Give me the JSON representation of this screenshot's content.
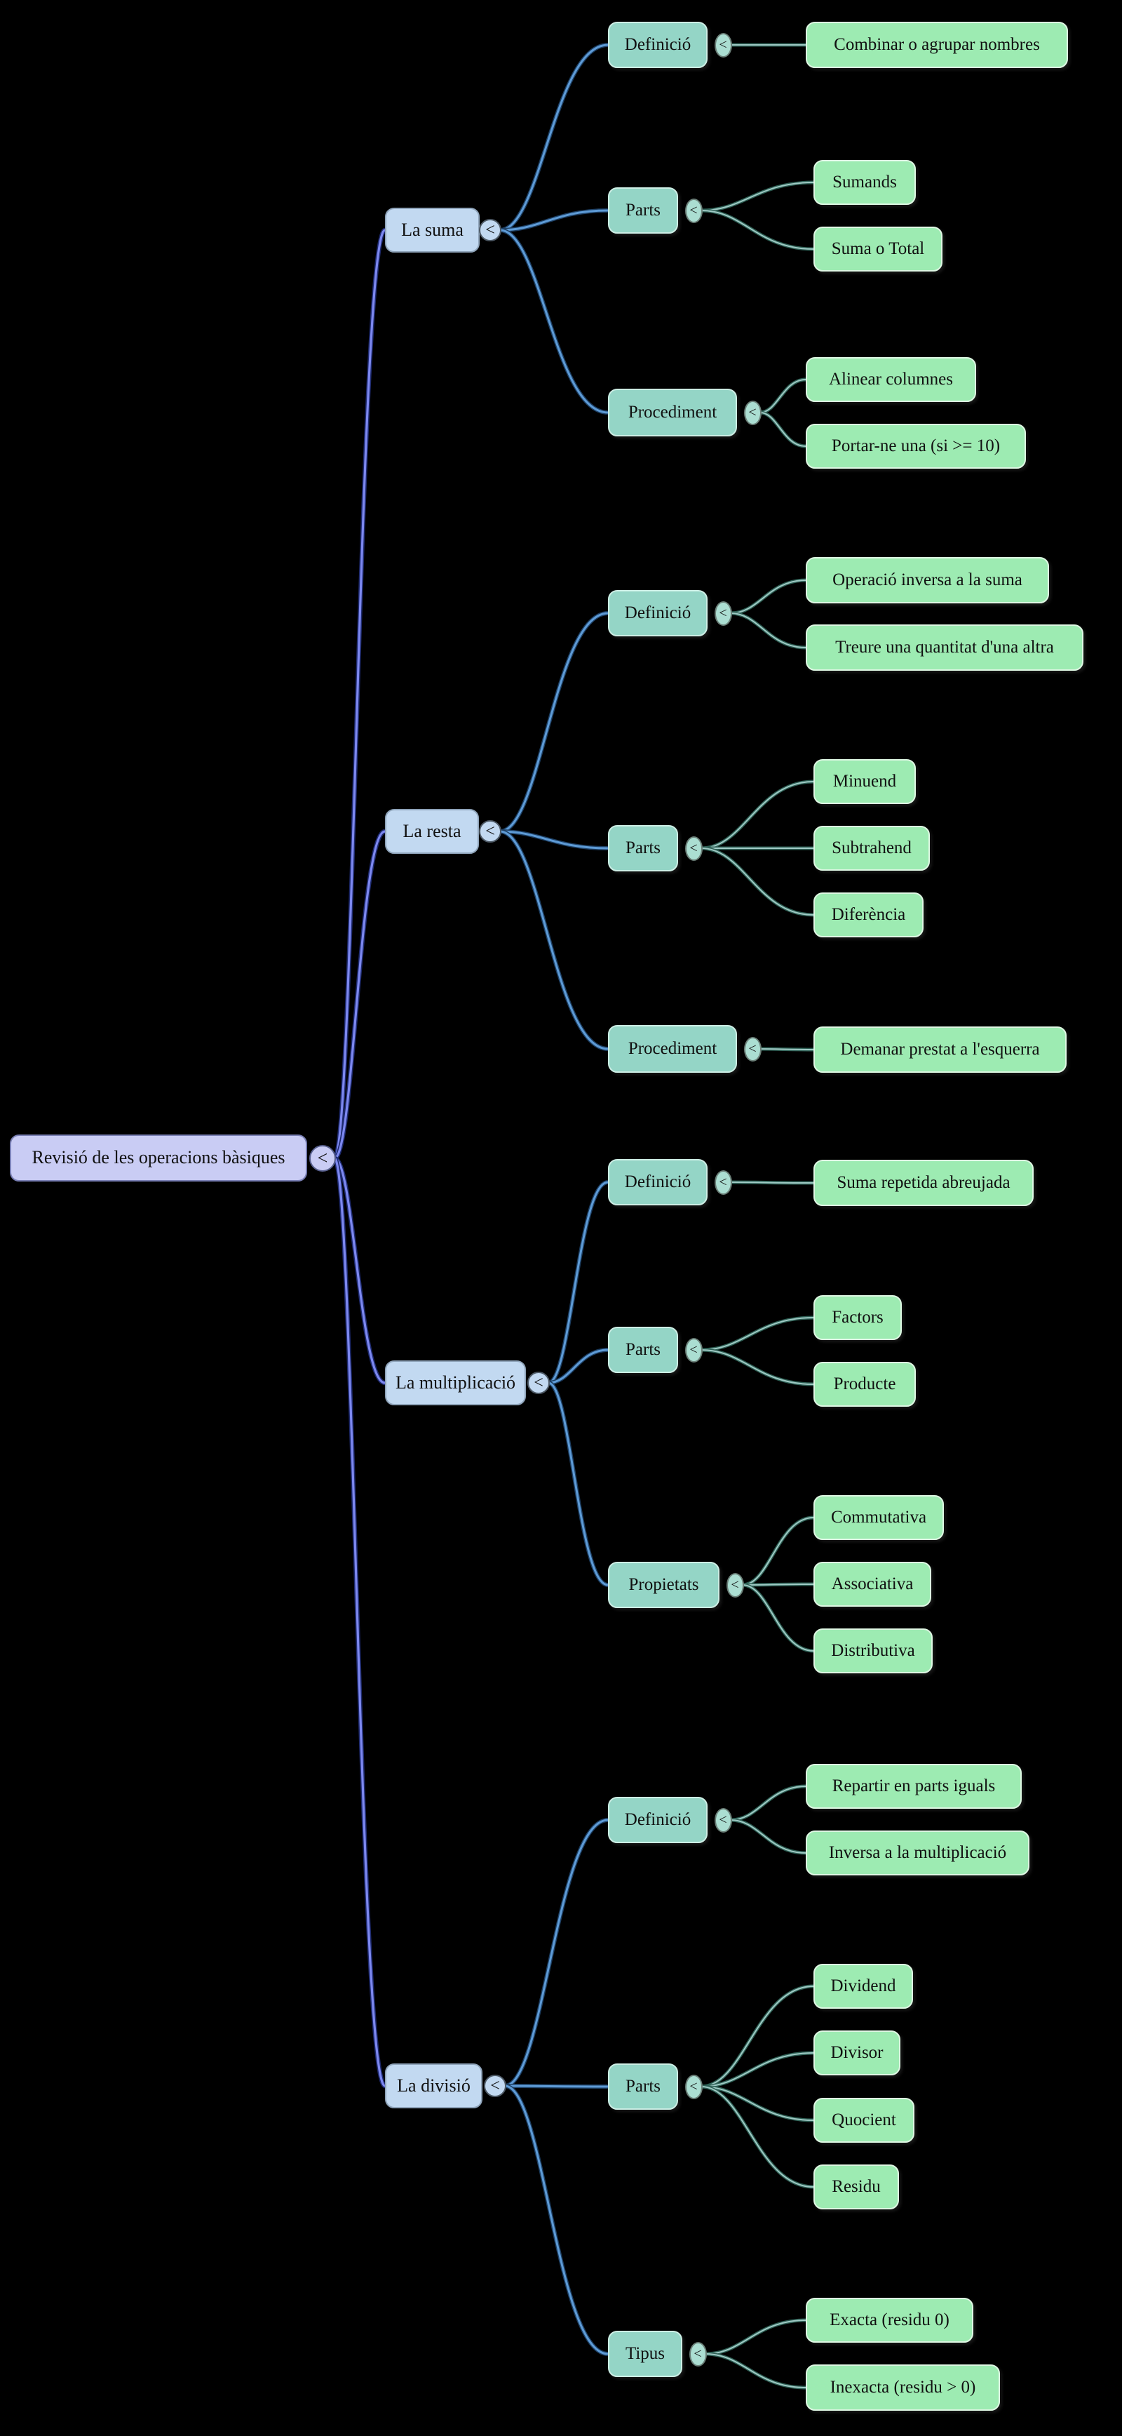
{
  "diagram": {
    "collapse_glyph": "<",
    "colors": {
      "background": "#000000",
      "root_fill": "#c9ccf4",
      "level1_fill": "#c2d9f1",
      "level2_fill": "#94d5c6",
      "leaf_fill": "#9debb2",
      "edge_root_core": "#7d88f0",
      "edge_root_outline": "#1e2a6e",
      "edge_level1_core": "#5e9bd6",
      "edge_level1_outline": "#1d3f63",
      "edge_level2_core": "#9fc9c4",
      "edge_level2_outline": "#2f6156"
    },
    "root": {
      "label": "Revisió de les operacions bàsiques",
      "children": [
        {
          "label": "La suma",
          "children": [
            {
              "label": "Definició",
              "children": [
                {
                  "label": "Combinar o agrupar nombres"
                }
              ]
            },
            {
              "label": "Parts",
              "children": [
                {
                  "label": "Sumands"
                },
                {
                  "label": "Suma o Total"
                }
              ]
            },
            {
              "label": "Procediment",
              "children": [
                {
                  "label": "Alinear columnes"
                },
                {
                  "label": "Portar-ne una (si >= 10)"
                }
              ]
            }
          ]
        },
        {
          "label": "La resta",
          "children": [
            {
              "label": "Definició",
              "children": [
                {
                  "label": "Operació inversa a la suma"
                },
                {
                  "label": "Treure una quantitat d'una altra"
                }
              ]
            },
            {
              "label": "Parts",
              "children": [
                {
                  "label": "Minuend"
                },
                {
                  "label": "Subtrahend"
                },
                {
                  "label": "Diferència"
                }
              ]
            },
            {
              "label": "Procediment",
              "children": [
                {
                  "label": "Demanar prestat a l'esquerra"
                }
              ]
            }
          ]
        },
        {
          "label": "La multiplicació",
          "children": [
            {
              "label": "Definició",
              "children": [
                {
                  "label": "Suma repetida abreujada"
                }
              ]
            },
            {
              "label": "Parts",
              "children": [
                {
                  "label": "Factors"
                },
                {
                  "label": "Producte"
                }
              ]
            },
            {
              "label": "Propietats",
              "children": [
                {
                  "label": "Commutativa"
                },
                {
                  "label": "Associativa"
                },
                {
                  "label": "Distributiva"
                }
              ]
            }
          ]
        },
        {
          "label": "La divisió",
          "children": [
            {
              "label": "Definició",
              "children": [
                {
                  "label": "Repartir en parts iguals"
                },
                {
                  "label": "Inversa a la multiplicació"
                }
              ]
            },
            {
              "label": "Parts",
              "children": [
                {
                  "label": "Dividend"
                },
                {
                  "label": "Divisor"
                },
                {
                  "label": "Quocient"
                },
                {
                  "label": "Residu"
                }
              ]
            },
            {
              "label": "Tipus",
              "children": [
                {
                  "label": "Exacta (residu 0)"
                },
                {
                  "label": "Inexacta (residu > 0)"
                }
              ]
            }
          ]
        }
      ]
    }
  }
}
